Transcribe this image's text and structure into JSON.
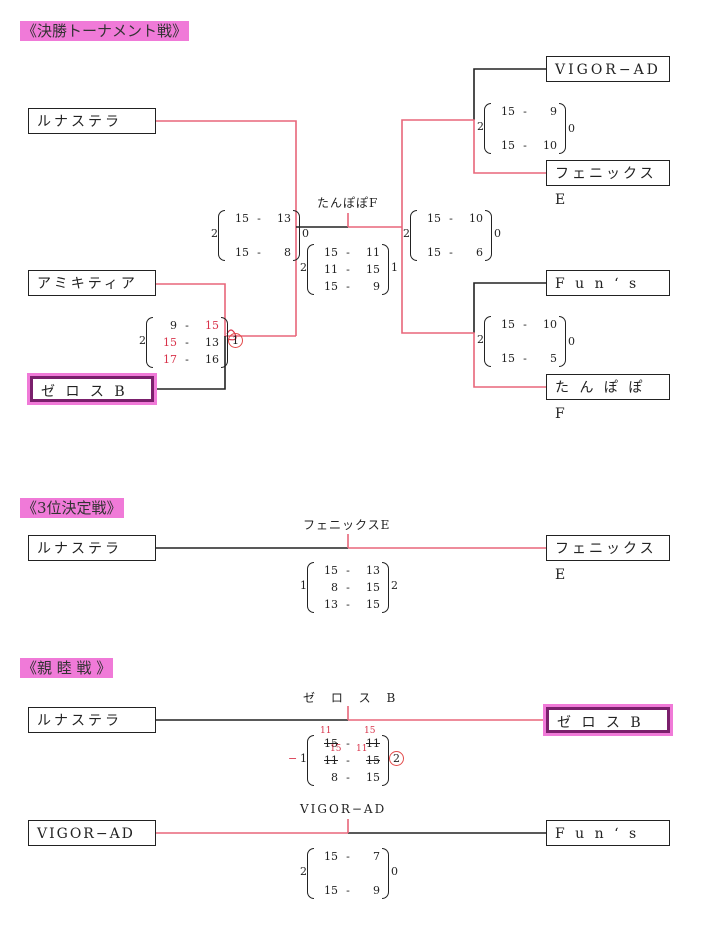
{
  "sections": {
    "final_title": "《決勝トーナメント戦》",
    "third_title": "《3位決定戦》",
    "friendly_title": "《親 睦 戦 》"
  },
  "teams": {
    "lunastera": "ルナステラ",
    "amikitia": "アミキティア",
    "zeros_b": "ゼ ロ ス B",
    "vigor": "VIGOR−AD",
    "phoenix": "フェニックスE",
    "funs": "F u n ‘ s",
    "tanpopo": "た ん ぽ ぽ F"
  },
  "winners": {
    "final": "たんぽぽF",
    "third": "フェニックスE",
    "friendly1": "ゼ ロ ス B",
    "friendly2": "VIGOR−AD"
  },
  "matches": {
    "amikitia_zeros": {
      "sets": [
        [
          "9",
          "15"
        ],
        [
          "15",
          "13"
        ],
        [
          "17",
          "16"
        ]
      ],
      "left": "2",
      "right": "1"
    },
    "luna_semi": {
      "sets": [
        [
          "15",
          "13"
        ],
        [
          "15",
          "8"
        ]
      ],
      "left": "2",
      "right": "0"
    },
    "final": {
      "sets": [
        [
          "15",
          "11"
        ],
        [
          "11",
          "15"
        ],
        [
          "15",
          "9"
        ]
      ],
      "left": "2",
      "right": "1"
    },
    "vigor_phoenix": {
      "sets": [
        [
          "15",
          "9"
        ],
        [
          "15",
          "10"
        ]
      ],
      "left": "2",
      "right": "0"
    },
    "right_semi": {
      "sets": [
        [
          "15",
          "10"
        ],
        [
          "15",
          "6"
        ]
      ],
      "left": "2",
      "right": "0"
    },
    "funs_tanpopo": {
      "sets": [
        [
          "15",
          "10"
        ],
        [
          "15",
          "5"
        ]
      ],
      "left": "2",
      "right": "0"
    },
    "third": {
      "sets": [
        [
          "15",
          "13"
        ],
        [
          "8",
          "15"
        ],
        [
          "13",
          "15"
        ]
      ],
      "left": "1",
      "right": "2"
    },
    "friendly1": {
      "sets": [
        [
          "15",
          "11"
        ],
        [
          "11",
          "15"
        ],
        [
          "8",
          "15"
        ]
      ],
      "left": "1",
      "right": "2"
    },
    "friendly1_corrections": {
      "a": "11",
      "b": "15",
      "c": "15",
      "d": "11",
      "mark": "−"
    },
    "friendly2": {
      "sets": [
        [
          "15",
          "7"
        ],
        [
          "15",
          "9"
        ]
      ],
      "left": "2",
      "right": "0"
    }
  },
  "colors": {
    "highlight": "#f07ad8",
    "win_line": "#e8667a",
    "line": "#222222"
  }
}
